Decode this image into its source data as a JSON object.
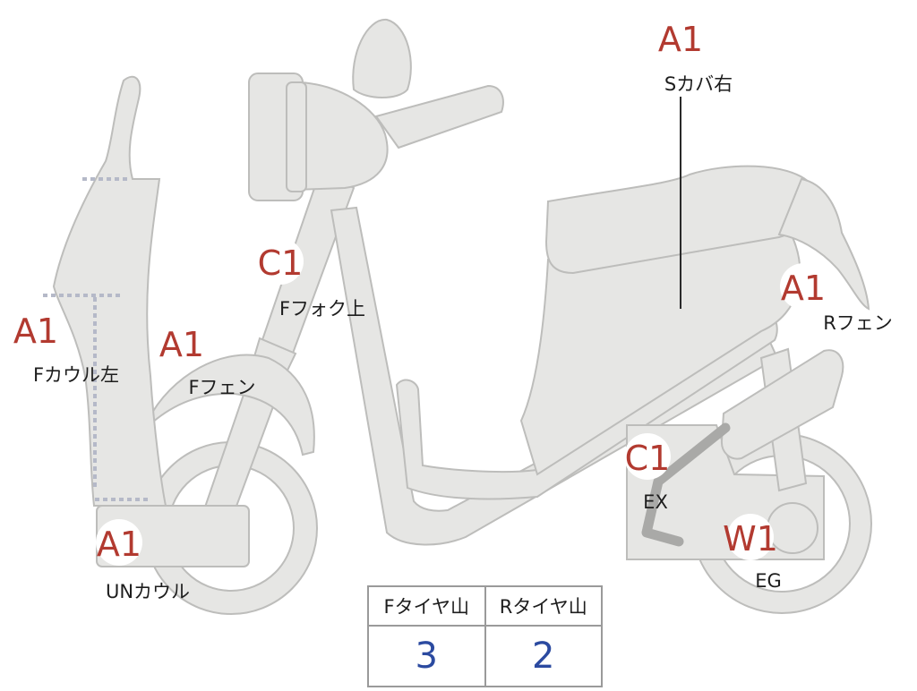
{
  "annotations": [
    {
      "code": "A1",
      "label": "Fカウル左"
    },
    {
      "code": "A1",
      "label": "Fフェン"
    },
    {
      "code": "C1",
      "label": "Fフォク上"
    },
    {
      "code": "A1",
      "label": "UNカウル"
    },
    {
      "code": "A1",
      "label": "Sカバ右"
    },
    {
      "code": "A1",
      "label": "Rフェン"
    },
    {
      "code": "C1",
      "label": "EX"
    },
    {
      "code": "W1",
      "label": "EG"
    }
  ],
  "tire_table": {
    "front_label": "Fタイヤ山",
    "rear_label": "Rタイヤ山",
    "front_value": "3",
    "rear_value": "2"
  },
  "colors": {
    "code_red": "#b23a30",
    "value_blue": "#2b4aa0",
    "part_fill": "#e6e6e4"
  }
}
